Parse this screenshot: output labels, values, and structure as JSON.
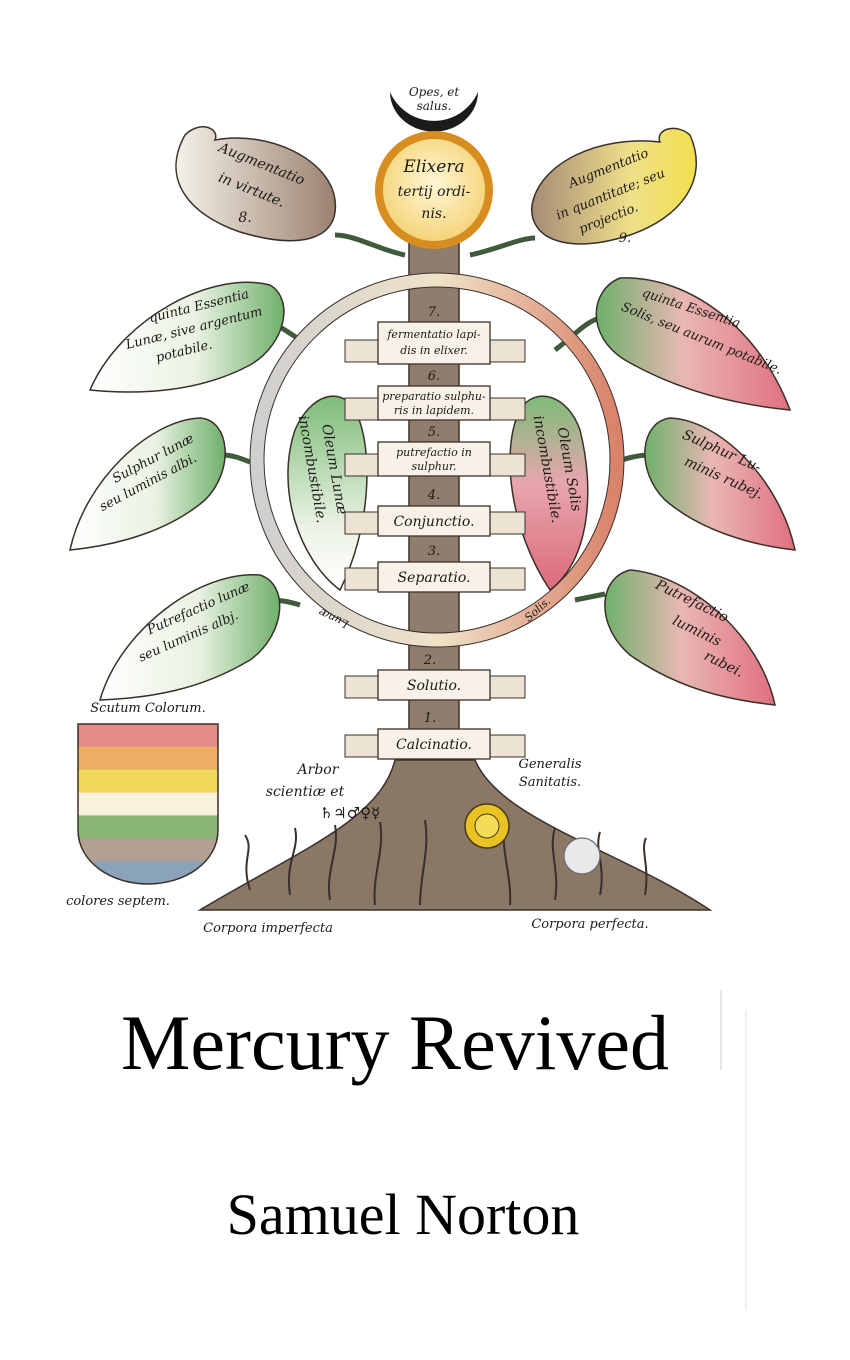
{
  "cover": {
    "title": "Mercury Revived",
    "author": "Samuel Norton"
  },
  "tree": {
    "crown_moon": [
      "Opes, et",
      "salus."
    ],
    "elixir": [
      "Elixera",
      "tertij ordi-",
      "nis."
    ],
    "top_left_pod": [
      "Augmentatio",
      "in virtute.",
      "8."
    ],
    "top_right_pod": [
      "Augmentatio",
      "in quantitate; seu",
      "projectio.",
      "9."
    ],
    "left_leaves": [
      [
        "quinta Essentia",
        "Lunæ, sive argentum",
        "potabile."
      ],
      [
        "Sulphur lunæ",
        "seu luminis albi."
      ],
      [
        "Putrefactio lunæ",
        "seu luminis albj."
      ]
    ],
    "right_leaves": [
      [
        "quinta Essentia",
        "Solis, seu aurum potabile."
      ],
      [
        "Sulphur Lu-",
        "minis rubej."
      ],
      [
        "Putrefactio",
        "luminis",
        "rubei."
      ]
    ],
    "inner_left_leaf": [
      "Oleum Lunæ",
      "incombustibile."
    ],
    "inner_right_leaf": [
      "Oleum Solis",
      "incombustibile."
    ],
    "stages": [
      {
        "num": "7.",
        "text": [
          "fermentatio lapi-",
          "dis in elixer."
        ]
      },
      {
        "num": "6.",
        "text": [
          "preparatio sulphu-",
          "ris in lapidem."
        ]
      },
      {
        "num": "5.",
        "text": [
          "putrefactio in",
          "sulphur."
        ]
      },
      {
        "num": "4.",
        "text": [
          "Conjunctio."
        ]
      },
      {
        "num": "3.",
        "text": [
          "Separatio."
        ]
      },
      {
        "num": "2.",
        "text": [
          "Solutio."
        ]
      },
      {
        "num": "1.",
        "text": [
          "Calcinatio."
        ]
      }
    ],
    "ring_left": "Lunæ",
    "ring_right": "Solis.",
    "arbor": [
      "Arbor",
      "scientiæ et"
    ],
    "planet_symbols": "♄♃♂♀☿",
    "generalis": [
      "Generalis",
      "Sanitatis."
    ],
    "shield_label": "Scutum Colorum.",
    "shield_colors": [
      "#e58a86",
      "#ecae62",
      "#f1d75a",
      "#f8f1dc",
      "#86b574",
      "#b19f92",
      "#8ba3ba"
    ],
    "colores": "colores septem.",
    "roots_left": "Corpora imperfecta",
    "roots_right": "Corpora perfecta."
  },
  "palette": {
    "green": "#7fb878",
    "red": "#e07e87",
    "trunk": "#8f7d6e",
    "gold": "#e9a63a",
    "yellow": "#f2e25c"
  }
}
